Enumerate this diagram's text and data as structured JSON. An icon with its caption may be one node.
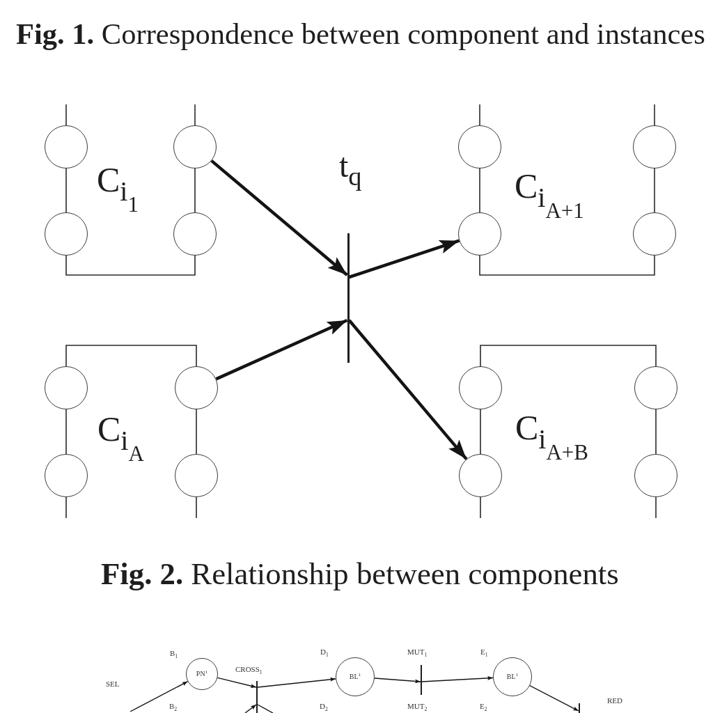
{
  "diagram": {
    "caption": "**Fig. 2.** Relationship between components",
    "nodes": [
      {
        "text": [
          "C$_{i}$$_{1}$"
        ]
      },
      {
        "text": [],
        "shape": "circle",
        "in": 0
      },
      {
        "text": [],
        "shape": "circle",
        "in": 0
      },
      {
        "text": [],
        "shape": "circle",
        "in": 0
      },
      {
        "text": [],
        "shape": "circle",
        "in": 0
      },
      {
        "text": [
          "t$_{q}$"
        ]
      },
      {
        "text": [
          "C$_{i}$$_{A+1}$"
        ]
      },
      {
        "text": [],
        "shape": "circle",
        "in": 6
      },
      {
        "text": [],
        "shape": "circle",
        "in": 6
      },
      {
        "text": [],
        "shape": "circle",
        "in": 6
      },
      {
        "text": [],
        "shape": "circle",
        "in": 6
      },
      {
        "text": [
          "C$_{i}$$_{A}$"
        ]
      },
      {
        "text": [],
        "shape": "circle",
        "in": 11
      },
      {
        "text": [],
        "shape": "circle",
        "in": 11
      },
      {
        "text": [],
        "shape": "circle",
        "in": 11
      },
      {
        "text": [],
        "shape": "circle",
        "in": 11
      },
      {
        "text": [
          "C$_{i}$$_{A+B}$"
        ]
      },
      {
        "text": [],
        "shape": "circle",
        "in": 16
      },
      {
        "text": [],
        "shape": "circle",
        "in": 16
      },
      {
        "text": [],
        "shape": "circle",
        "in": 16
      },
      {
        "text": [],
        "shape": "circle",
        "in": 16
      },
      {
        "text": [
          "PN$^{1}$"
        ],
        "beside": [
          "B$_{1}$"
        ]
      },
      {
        "text": [
          "CROSS$_{1}$"
        ]
      },
      {
        "text": [
          "BL$^{1}$"
        ],
        "beside": [
          "D$_{1}$"
        ]
      },
      {
        "text": [
          "MUT$_{1}$"
        ]
      },
      {
        "text": [
          "BL$^{1}$"
        ],
        "beside": [
          "E$_{1}$"
        ]
      },
      {
        "text": [
          "RED"
        ]
      }
    ],
    "edges": [
      {
        "from": 2,
        "to": 5,
        "arrow": "to",
        "style": "thick"
      },
      {
        "from": 5,
        "to": 9,
        "arrow": "to",
        "style": "thick"
      },
      {
        "from": 13,
        "to": 5,
        "arrow": "to",
        "style": "thick"
      },
      {
        "from": 5,
        "to": 19,
        "arrow": "to",
        "style": "thick"
      },
      {
        "from": null,
        "to": 21,
        "arrow": "to"
      },
      {
        "from": 21,
        "to": 22,
        "arrow": "to"
      },
      {
        "from": 22,
        "to": 23,
        "arrow": "to"
      },
      {
        "from": 23,
        "to": 24,
        "arrow": "to"
      },
      {
        "from": 24,
        "to": 25,
        "arrow": "to"
      },
      {
        "from": 25,
        "to": 26,
        "arrow": "to"
      },
      {
        "from": null,
        "to": 22,
        "arrow": "to"
      },
      {
        "from": 22,
        "to": null,
        "arrow": "none"
      }
    ],
    "labels": [
      "**Fig. 1.** Correspondence between component and instances",
      "SEL",
      "B$_{2}$",
      "D$_{2}$",
      "MUT$_{2}$",
      "E$_{2}$"
    ]
  }
}
